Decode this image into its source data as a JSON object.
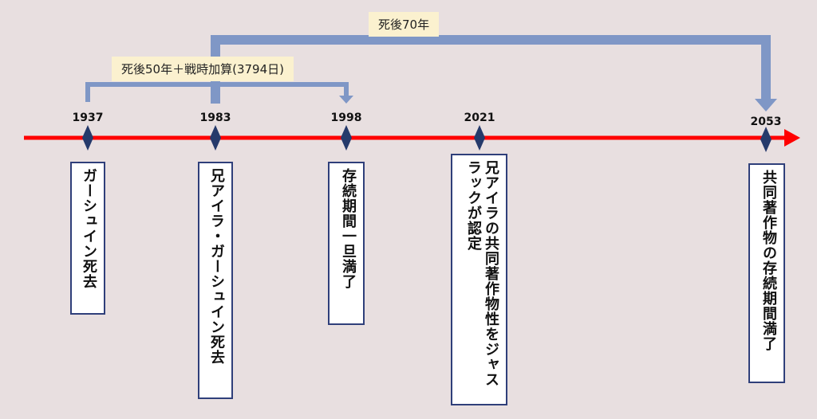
{
  "colors": {
    "background": "#e8dfe0",
    "timeline": "#ff0000",
    "marker": "#253a6b",
    "bracket": "#7f97c6",
    "box_border": "#2f3f7a",
    "label_bg": "#fbf1cf"
  },
  "years": [
    "1937",
    "1983",
    "1998",
    "2021",
    "2053"
  ],
  "events": [
    "ガーシュイン死去",
    "兄アイラ・ガーシュイン死去",
    "存続期間一旦満了",
    "兄アイラの共同著作物性をジャスラックが認定",
    "共同著作物の存続期間満了"
  ],
  "spans": {
    "short": "死後50年＋戦時加算(3794日)",
    "long": "死後70年"
  }
}
